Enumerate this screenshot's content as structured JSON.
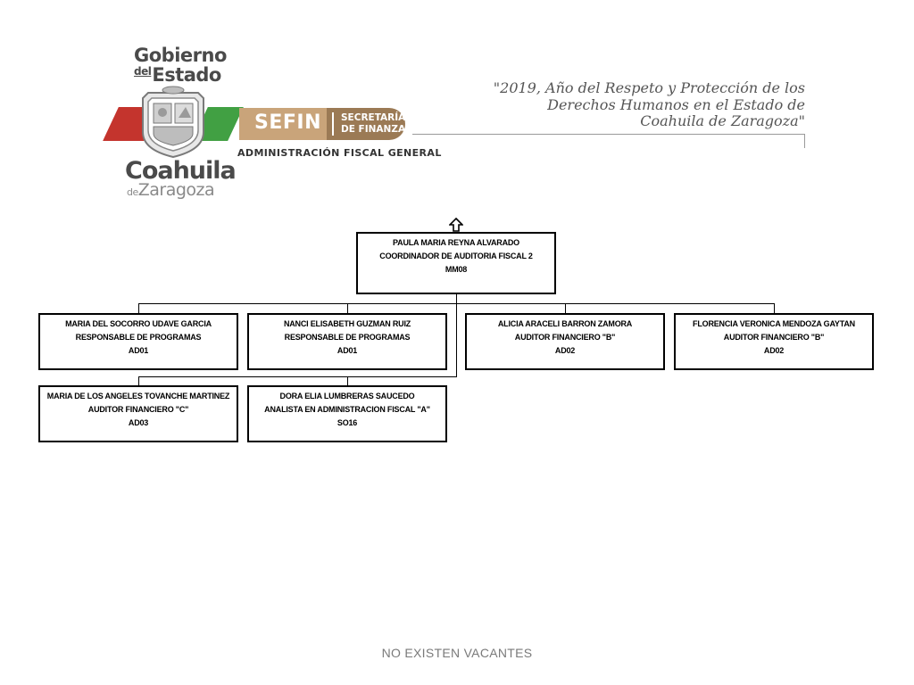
{
  "header": {
    "gobierno_line1": "Gobierno",
    "gobierno_del": "del",
    "gobierno_estado": "Estado",
    "coahuila": "Coahuila",
    "de": "de",
    "zaragoza": "Zaragoza",
    "sefin": "SEFIN",
    "secretaria_line1": "SECRETARÍA",
    "secretaria_line2": "DE FINANZAS",
    "administracion": "ADMINISTRACIÓN FISCAL GENERAL",
    "slogan_line1": "\"2019, Año del Respeto y Protección de los",
    "slogan_line2": "Derechos Humanos en el Estado de",
    "slogan_line3": "Coahuila de Zaragoza\""
  },
  "colors": {
    "red": "#c4342d",
    "green": "#41a043",
    "sefin_gold": "#c9a47a",
    "sefin_brown": "#9b7a55"
  },
  "org": {
    "head": {
      "name": "PAULA MARIA REYNA ALVARADO",
      "title": "COORDINADOR DE AUDITORIA FISCAL 2",
      "code": "MM08"
    },
    "subordinates": [
      {
        "name": "MARIA DEL SOCORRO UDAVE GARCIA",
        "title": "RESPONSABLE DE PROGRAMAS",
        "code": "AD01"
      },
      {
        "name": "NANCI ELISABETH GUZMAN RUIZ",
        "title": "RESPONSABLE DE PROGRAMAS",
        "code": "AD01"
      },
      {
        "name": "ALICIA ARACELI BARRON ZAMORA",
        "title": "AUDITOR FINANCIERO \"B\"",
        "code": "AD02"
      },
      {
        "name": "FLORENCIA VERONICA MENDOZA GAYTAN",
        "title": "AUDITOR FINANCIERO \"B\"",
        "code": "AD02"
      },
      {
        "name": "MARIA DE LOS ANGELES TOVANCHE MARTINEZ",
        "title": "AUDITOR FINANCIERO \"C\"",
        "code": "AD03"
      },
      {
        "name": "DORA ELIA LUMBRERAS SAUCEDO",
        "title": "ANALISTA EN ADMINISTRACION FISCAL \"A\"",
        "code": "SO16"
      }
    ]
  },
  "footer": {
    "note": "NO EXISTEN VACANTES"
  }
}
